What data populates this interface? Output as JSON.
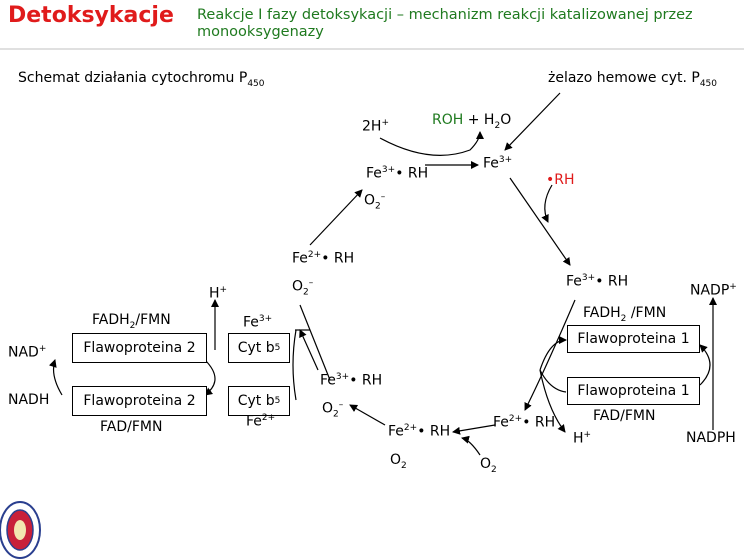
{
  "header": {
    "title": "Detoksykacje",
    "subtitle": "Reakcje I fazy detoksykacji – mechanizm reakcji katalizowanej  przez monooksygenazy"
  },
  "diagram": {
    "scheme_label": "Schemat działania cytochromu P",
    "scheme_label_sub": "450",
    "heme_iron_label": "żelazo hemowe cyt. P",
    "heme_iron_label_sub": "450",
    "two_h_plus": "2H",
    "plus_sup": "+",
    "roh": "ROH",
    "plus_h2o": " + H",
    "h2o_sub": "2",
    "h2o_o": "O",
    "fe": "Fe",
    "fe3_sup": "3+",
    "fe2_sup": "2+",
    "rh": "RH",
    "dot": "•",
    "o": "O",
    "o2_sub": "2",
    "o2_sup_minus": "–",
    "rh_red": "RH",
    "h_plus_left": "H",
    "h_plus_right": "H",
    "nadp_plus": "NADP",
    "nadph": "NADPH",
    "nad_plus": "NAD",
    "nadh": "NADH",
    "fadh2_fmn_left": "FADH",
    "fadh2_fmn_left_rest": "/FMN",
    "fadh2_fmn_right": "FADH",
    "fadh2_fmn_right_rest": " /FMN",
    "fad_fmn_left": "FAD/FMN",
    "fad_fmn_right": "FAD/FMN",
    "fp2_top": "Flawoproteina 2",
    "fp2_bottom": "Flawoproteina 2",
    "fp1_top": "Flawoproteina 1",
    "fp1_bottom": "Flawoproteina 1",
    "cyt_b5": "Cyt b",
    "b5_sub": "5",
    "o2_free": "O"
  },
  "colors": {
    "title": "#e01b1b",
    "subtitle": "#1f7a1f",
    "roh": "#1f7a1f",
    "rh_red": "#e01b1b"
  }
}
